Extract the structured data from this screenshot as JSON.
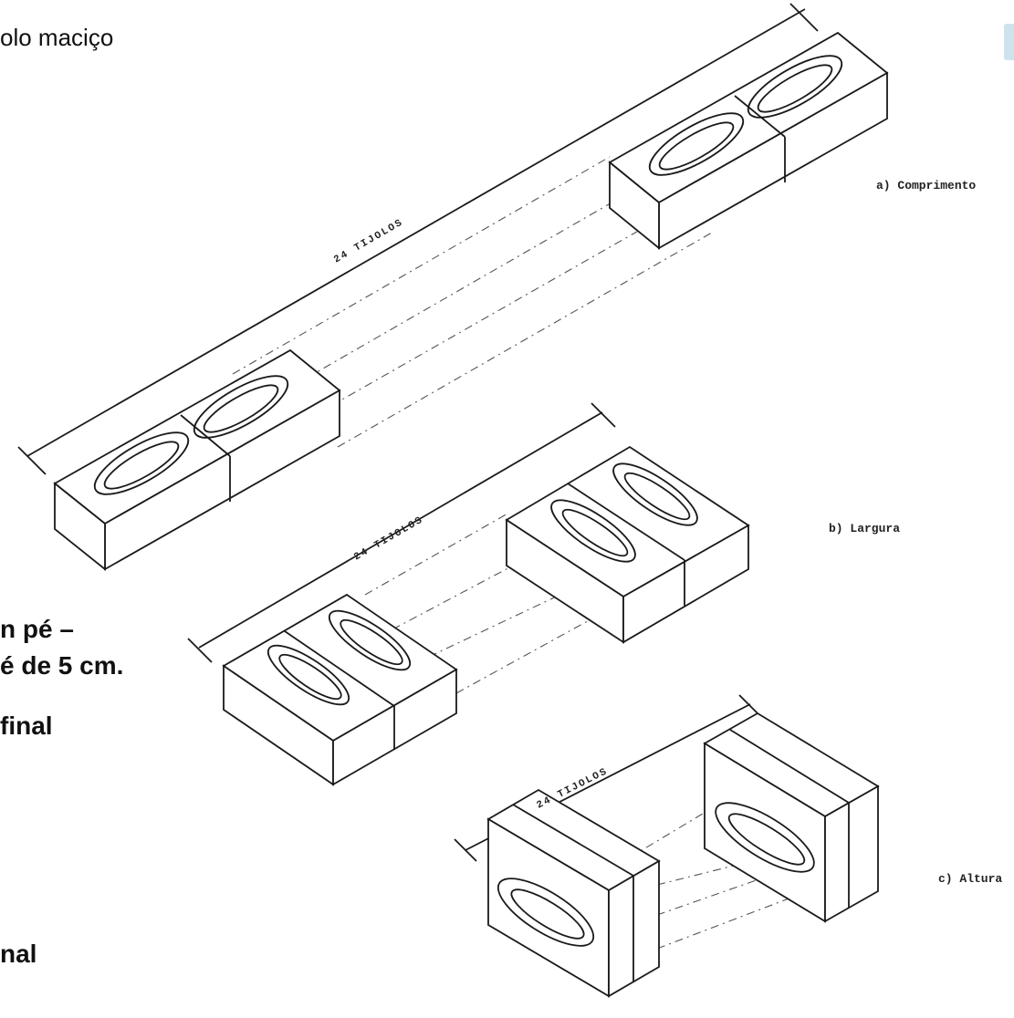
{
  "slide_text": {
    "line1": "olo maciço",
    "line2": "n pé –",
    "line3": "é de 5 cm.",
    "line4": "final",
    "line5": "nal"
  },
  "figure": {
    "dimension_label_a": "24  TIJOLOS",
    "dimension_label_b": "24  TIJOLOS",
    "dimension_label_c": "24  TIJOLOS",
    "caption_a": "a) Comprimento",
    "caption_b": "b) Largura",
    "caption_c": "c) Altura"
  }
}
